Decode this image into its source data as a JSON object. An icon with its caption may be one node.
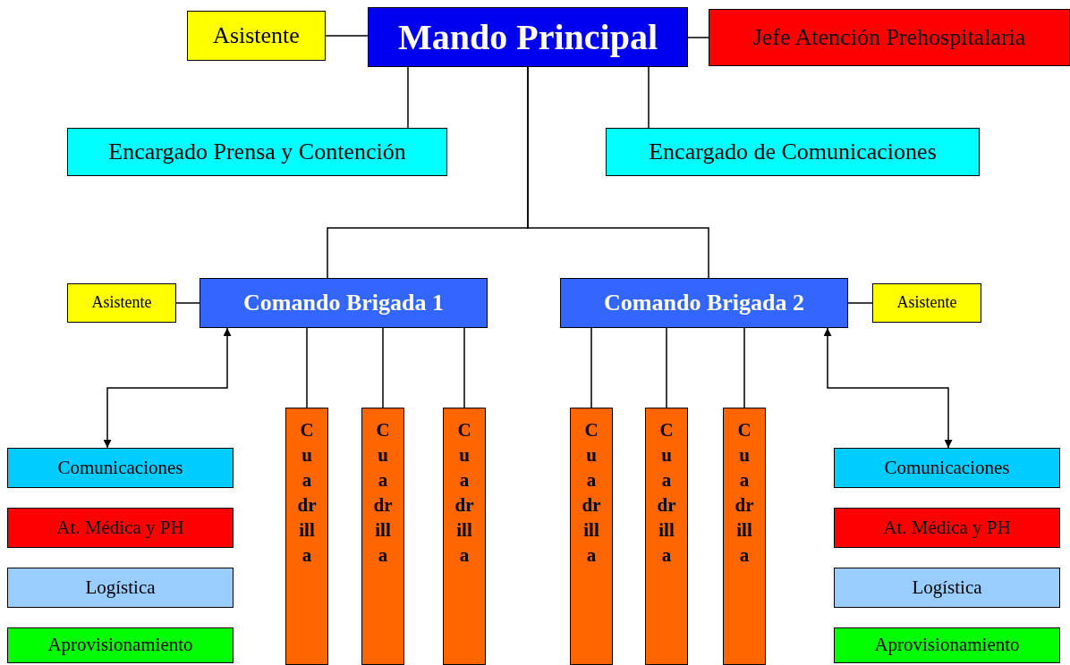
{
  "diagram": {
    "nodes": [
      {
        "text": [
          "Asistente"
        ]
      },
      {
        "text": [
          "Mando Principal"
        ]
      },
      {
        "text": [
          "Jefe Atención Prehospitalaria"
        ]
      },
      {
        "text": [
          "Encargado Prensa y Contención"
        ]
      },
      {
        "text": [
          "Encargado de Comunicaciones"
        ]
      },
      {
        "text": [
          "Asistente"
        ]
      },
      {
        "text": [
          "Comando Brigada 1"
        ]
      },
      {
        "text": [
          "Comando Brigada 2"
        ]
      },
      {
        "text": [
          "Asistente"
        ]
      },
      {
        "text": [
          "Comunicaciones"
        ]
      },
      {
        "text": [
          "At. Médica y PH"
        ]
      },
      {
        "text": [
          "Logística"
        ]
      },
      {
        "text": [
          "Aprovisionamiento"
        ]
      },
      {
        "text": [
          "Cuadrilla"
        ]
      },
      {
        "text": [
          "Cuadrilla"
        ]
      },
      {
        "text": [
          "Cuadrilla"
        ]
      },
      {
        "text": [
          "Cuadrilla"
        ]
      },
      {
        "text": [
          "Cuadrilla"
        ]
      },
      {
        "text": [
          "Cuadrilla"
        ]
      },
      {
        "text": [
          "Comunicaciones"
        ]
      },
      {
        "text": [
          "At. Médica y PH"
        ]
      },
      {
        "text": [
          "Logística"
        ]
      },
      {
        "text": [
          "Aprovisionamiento"
        ]
      }
    ],
    "edges": [
      {
        "from": 1,
        "to": 0,
        "arrow": "none"
      },
      {
        "from": 1,
        "to": 2,
        "arrow": "none"
      },
      {
        "from": 1,
        "to": 3,
        "arrow": "none"
      },
      {
        "from": 1,
        "to": 4,
        "arrow": "none"
      },
      {
        "from": 1,
        "to": 6,
        "arrow": "none"
      },
      {
        "from": 1,
        "to": 7,
        "arrow": "none"
      },
      {
        "from": 6,
        "to": 5,
        "arrow": "none"
      },
      {
        "from": 7,
        "to": 8,
        "arrow": "none"
      },
      {
        "from": 6,
        "to": 9,
        "arrow": "both"
      },
      {
        "from": 7,
        "to": 19,
        "arrow": "both"
      },
      {
        "from": 6,
        "to": 13,
        "arrow": "none"
      },
      {
        "from": 6,
        "to": 14,
        "arrow": "none"
      },
      {
        "from": 6,
        "to": 15,
        "arrow": "none"
      },
      {
        "from": 7,
        "to": 16,
        "arrow": "none"
      },
      {
        "from": 7,
        "to": 17,
        "arrow": "none"
      },
      {
        "from": 7,
        "to": 18,
        "arrow": "none"
      }
    ]
  }
}
